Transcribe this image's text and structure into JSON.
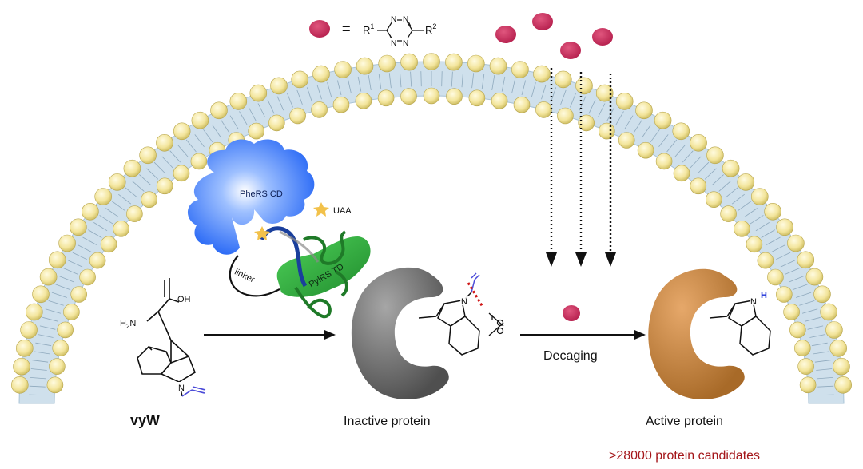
{
  "legend": {
    "equals": "=",
    "r1": "R",
    "r1_sup": "1",
    "r2": "R",
    "r2_sup": "2",
    "n": "N"
  },
  "enzyme": {
    "domain_cd": "PheRS CD",
    "domain_td": "PylRS TD",
    "linker": "linker",
    "uaa": "UAA"
  },
  "molecule": {
    "oh": "OH",
    "h2n": "H₂N",
    "h2n_base": "H",
    "h2n_sub": "2",
    "h2n_tail": "N",
    "n": "N",
    "h": "H",
    "name": "vyW"
  },
  "labels": {
    "inactive": "Inactive protein",
    "decaging": "Decaging",
    "active": "Active protein",
    "candidates": ">28000 protein candidates"
  },
  "colors": {
    "tetrazine_dot": "#c8285a",
    "lipid_head": "#f2e39a",
    "membrane_tail": "#c8dbe8",
    "pheRS": "#2f6fff",
    "pylRS": "#2fa83a",
    "inactive_protein": "#6e6e6e",
    "active_protein": "#c4823a",
    "vinyl": "#4a4ad8",
    "cut_line": "#d01818",
    "nh_h": "#1a2fd8",
    "candidates_text": "#a4161a"
  }
}
